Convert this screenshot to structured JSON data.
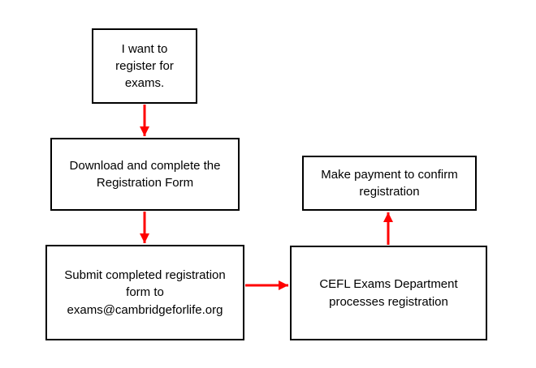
{
  "diagram": {
    "type": "flowchart",
    "nodes": [
      {
        "id": "start",
        "label": "I want to\nregister for\nexams."
      },
      {
        "id": "download-form",
        "label": "Download and complete the\nRegistration Form"
      },
      {
        "id": "submit-form",
        "label": "Submit completed registration\nform to\nexams@cambridgeforlife.org"
      },
      {
        "id": "cefl-processes",
        "label": "CEFL Exams Department\nprocesses registration"
      },
      {
        "id": "make-payment",
        "label": "Make payment to confirm\nregistration"
      }
    ],
    "edges": [
      {
        "from": "start",
        "to": "download-form",
        "direction": "down"
      },
      {
        "from": "download-form",
        "to": "submit-form",
        "direction": "down"
      },
      {
        "from": "submit-form",
        "to": "cefl-processes",
        "direction": "right"
      },
      {
        "from": "cefl-processes",
        "to": "make-payment",
        "direction": "up"
      }
    ],
    "colors": {
      "arrow": "#FF0000",
      "box_border": "#000000",
      "box_fill": "#FFFFFF",
      "text": "#000000",
      "background": "#FFFFFF"
    }
  }
}
